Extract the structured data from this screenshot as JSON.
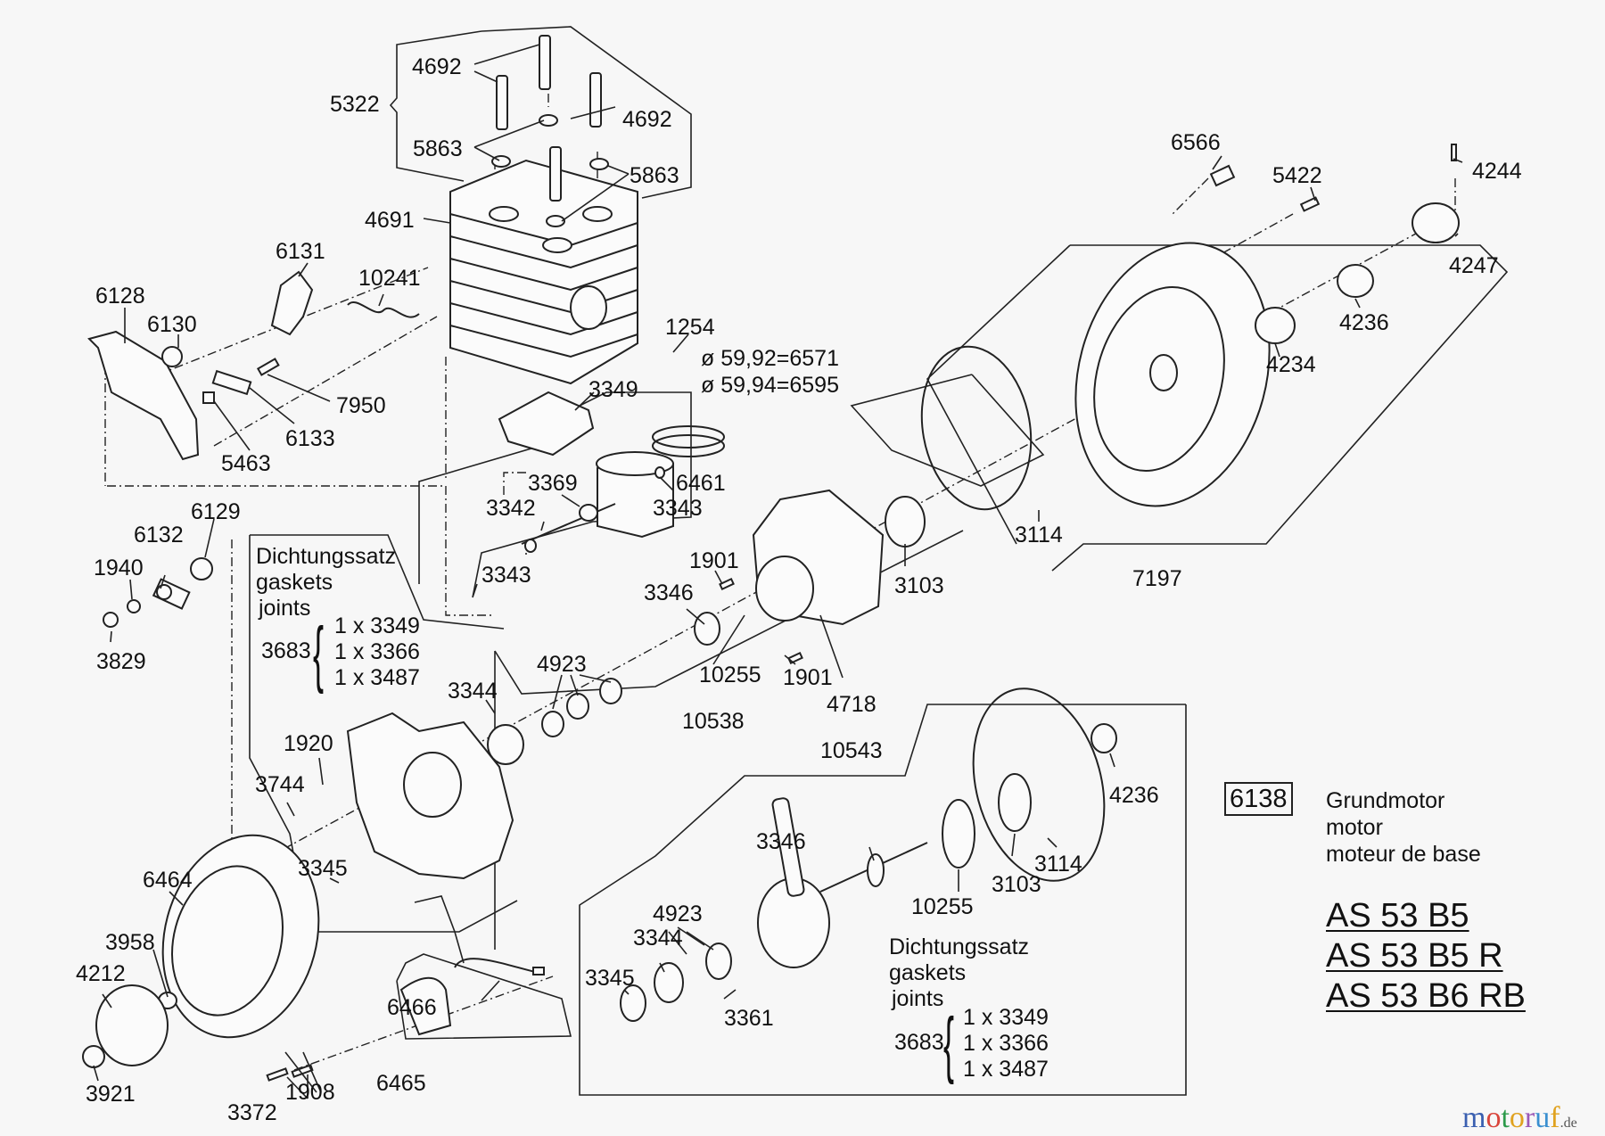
{
  "diagram": {
    "title_number": "6138",
    "title_lines": [
      "Grundmotor",
      "motor",
      "moteur de base"
    ],
    "models": [
      "AS 53 B5",
      "AS 53 B5 R",
      "AS 53 B6 RB"
    ],
    "watermark": {
      "main": "motoruf",
      "suffix": ".de",
      "letter_colors": [
        "#3a5fb0",
        "#d9453b",
        "#2c9a4a",
        "#e0a21f",
        "#9b59b6",
        "#3a8fd0",
        "#e0a21f"
      ]
    },
    "gasket_set": {
      "heading": [
        "Dichtungssatz",
        "gaskets",
        "joints"
      ],
      "number": "3683",
      "items": [
        "1 x 3349",
        "1 x 3366",
        "1 x 3487"
      ]
    },
    "diameters": [
      "ø 59,92=6571",
      "ø 59,94=6595"
    ],
    "labels": {
      "p4692a": "4692",
      "p4692b": "4692",
      "p5322": "5322",
      "p5863a": "5863",
      "p5863b": "5863",
      "p4691": "4691",
      "p6131": "6131",
      "p10241": "10241",
      "p6128": "6128",
      "p6130": "6130",
      "p1254": "1254",
      "p7950": "7950",
      "p6133": "6133",
      "p5463": "5463",
      "p3349": "3349",
      "p3369": "3369",
      "p6461": "6461",
      "p3342": "3342",
      "p3343a": "3343",
      "p3343b": "3343",
      "p6566": "6566",
      "p5422": "5422",
      "p4244": "4244",
      "p4247": "4247",
      "p4236a": "4236",
      "p4234": "4234",
      "p3114a": "3114",
      "p7197": "7197",
      "p3103a": "3103",
      "p6129": "6129",
      "p6132": "6132",
      "p1940": "1940",
      "p3829": "3829",
      "p1901a": "1901",
      "p1901b": "1901",
      "p3346a": "3346",
      "p10255a": "10255",
      "p4718": "4718",
      "p10538": "10538",
      "p4923a": "4923",
      "p3344a": "3344",
      "p1920": "1920",
      "p3744": "3744",
      "p3345a": "3345",
      "p6464": "6464",
      "p3958": "3958",
      "p4212": "4212",
      "p3921": "3921",
      "p6466": "6466",
      "p6465": "6465",
      "p1908": "1908",
      "p3372": "3372",
      "p10543": "10543",
      "p4236b": "4236",
      "p3346b": "3346",
      "p10255b": "10255",
      "p3103b": "3103",
      "p3114b": "3114",
      "p4923b": "4923",
      "p3344b": "3344",
      "p3345b": "3345",
      "p3361": "3361"
    }
  }
}
